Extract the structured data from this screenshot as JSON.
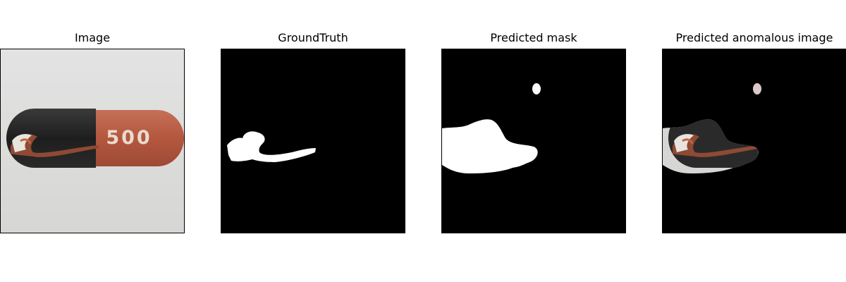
{
  "panels": [
    {
      "title": "Image"
    },
    {
      "title": "GroundTruth"
    },
    {
      "title": "Predicted mask"
    },
    {
      "title": "Predicted anomalous image"
    }
  ],
  "colors": {
    "background": "#ffffff",
    "mask_background": "#000000",
    "mask_foreground": "#ffffff",
    "capsule_black": "#222222",
    "capsule_red": "#b5573f",
    "print_text": "#e9dccd",
    "backdrop": "#dcdcdc"
  },
  "capsule_print": "500"
}
